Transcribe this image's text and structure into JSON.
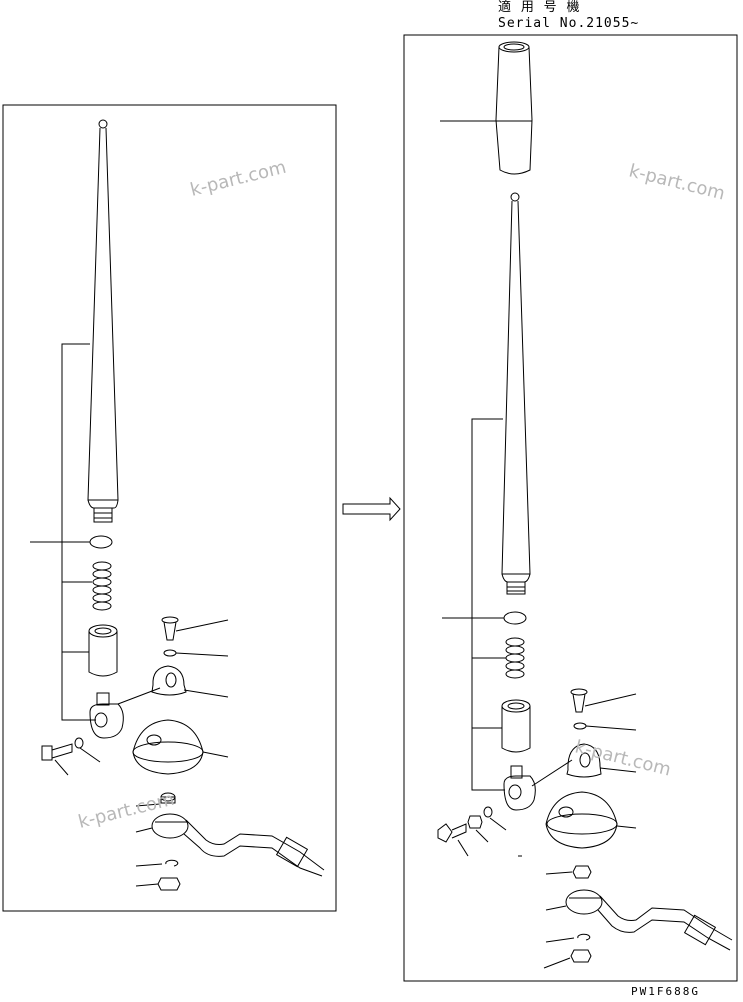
{
  "header": {
    "applicable_models": "適 用 号 機",
    "serial_range": "Serial No.21055~"
  },
  "drawing_code": "PW1F688G",
  "watermark": "k-part.com",
  "colors": {
    "line": "#000000",
    "watermark": "#b8b8b8",
    "background": "#ffffff"
  }
}
